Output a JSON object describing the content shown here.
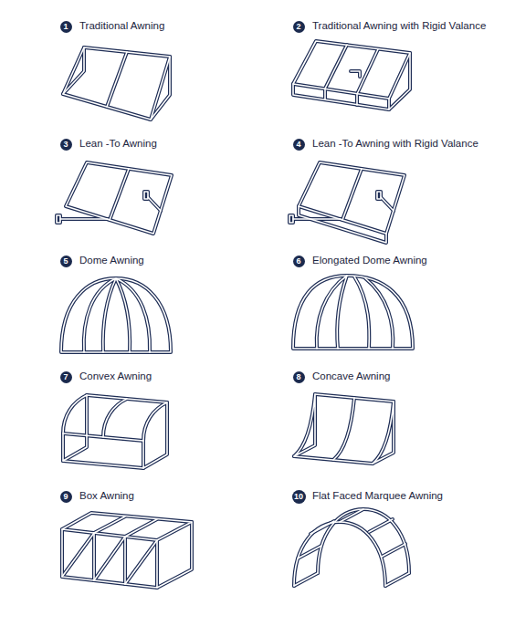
{
  "diagram": {
    "nodes": [
      {
        "text": [
          "1"
        ]
      },
      {
        "text": [
          "2"
        ]
      },
      {
        "text": [
          "3"
        ]
      },
      {
        "text": [
          "4"
        ]
      },
      {
        "text": [
          "5"
        ]
      },
      {
        "text": [
          "6"
        ]
      },
      {
        "text": [
          "7"
        ]
      },
      {
        "text": [
          "8"
        ]
      },
      {
        "text": [
          "9"
        ]
      },
      {
        "text": [
          "10"
        ]
      }
    ],
    "labels": [
      "Traditional Awning",
      "Traditional Awning with Rigid Valance",
      "Lean -To Awning",
      "Lean -To Awning with Rigid Valance",
      "Dome Awning",
      "Elongated Dome Awning",
      "Convex Awning",
      "Concave Awning",
      "Box Awning",
      "Flat Faced Marquee Awning"
    ]
  }
}
